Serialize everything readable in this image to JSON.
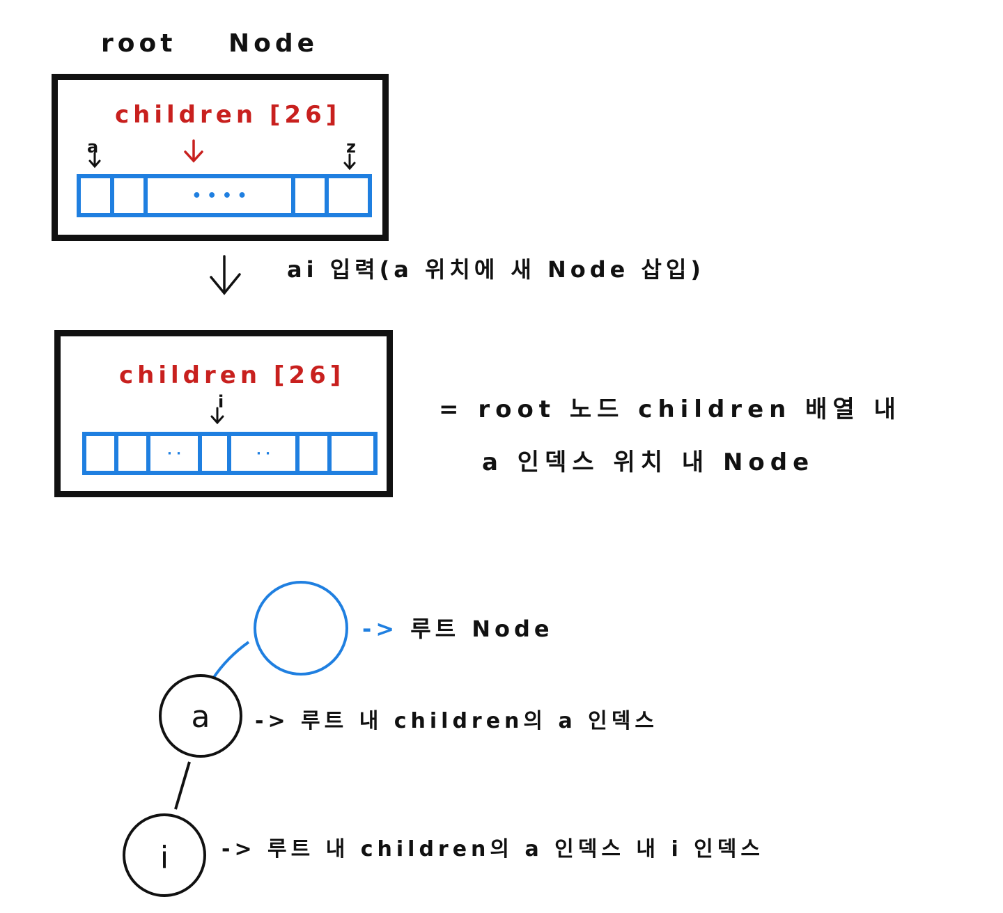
{
  "top": {
    "root_label": "root",
    "node_label": "Node",
    "box1": {
      "array_label": "children [26]",
      "left_letter": "a",
      "right_letter": "z",
      "ellipsis": "• • • •"
    }
  },
  "step": {
    "caption": "ai 입력(a 위치에 새 Node 삽입)"
  },
  "box2": {
    "array_label": "children [26]",
    "pointer_letter": "i",
    "dots_left": "· ·",
    "dots_right": "· ·"
  },
  "explanation": {
    "line1": "= root 노드 children 배열 내",
    "line2": "a 인덱스 위치 내 Node"
  },
  "tree": {
    "root_desc": "루트 Node",
    "a_node": "a",
    "a_desc": "루트 내 children의 a 인덱스",
    "i_node": "i",
    "i_desc": "루트 내 children의 a 인덱스 내 i 인덱스",
    "arrow": "->"
  },
  "colors": {
    "ink": "#111111",
    "accent_red": "#c8201e",
    "accent_blue": "#1f7fe0"
  }
}
